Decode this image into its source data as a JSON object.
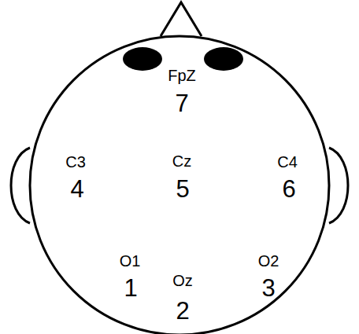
{
  "diagram": {
    "labels": [
      "FpZ",
      "7",
      "C3",
      "4",
      "Cz",
      "5",
      "C4",
      "6",
      "O1",
      "1",
      "Oz",
      "2",
      "O2",
      "3"
    ]
  }
}
